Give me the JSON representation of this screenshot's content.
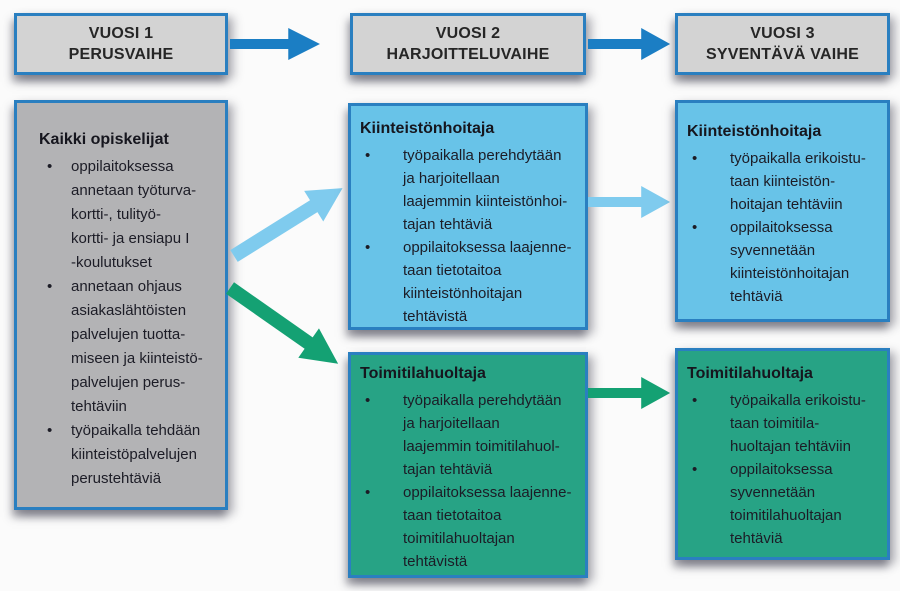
{
  "ui": {
    "bullet_char": "•"
  },
  "colors": {
    "border_blue": "#2a7fc0",
    "arrow_dark_blue": "#1b7ec4",
    "arrow_light_blue": "#7fcbee",
    "arrow_green": "#14a173",
    "box_light_blue": "#68c3e8",
    "box_green": "#27a385",
    "box_gray": "#b3b3b5",
    "header_gray": "#d3d3d3"
  },
  "headers": [
    {
      "line1": "VUOSI 1",
      "line2": "PERUSVAIHE"
    },
    {
      "line1": "VUOSI 2",
      "line2": "HARJOITTELUVAIHE"
    },
    {
      "line1": "VUOSI 3",
      "line2": "SYVENTÄVÄ VAIHE"
    }
  ],
  "boxes": {
    "all_students": {
      "title": "Kaikki opiskelijat",
      "bullets": [
        "oppilaitoksessa\nannetaan työturva-\nkortti-, tulityö-\nkortti- ja ensiapu I\n-koulutukset",
        "annetaan ohjaus\nasiakaslähtöisten\npalvelujen tuotta-\nmiseen ja kiinteistö-\npalvelujen perus-\ntehtäviin",
        "työpaikalla tehdään\nkiinteistöpalvelujen\nperustehtäviä"
      ]
    },
    "kiinteistonhoitaja_y2": {
      "title": "Kiinteistönhoitaja",
      "bullets": [
        "työpaikalla perehdytään\nja harjoitellaan\nlaajemmin kiinteistönhoi-\ntajan tehtäviä",
        "oppilaitoksessa laajenne-\ntaan tietotaitoa\nkiinteistönhoitajan\ntehtävistä"
      ]
    },
    "toimitilahuoltaja_y2": {
      "title": "Toimitilahuoltaja",
      "bullets": [
        "työpaikalla perehdytään\nja harjoitellaan\nlaajemmin toimitilahuol-\ntajan tehtäviä",
        "oppilaitoksessa laajenne-\ntaan tietotaitoa\ntoimitilahuoltajan\ntehtävistä"
      ]
    },
    "kiinteistonhoitaja_y3": {
      "title": "Kiinteistönhoitaja",
      "bullets": [
        "työpaikalla erikoistu-\ntaan kiinteistön-\nhoitajan tehtäviin",
        "oppilaitoksessa\nsyvennetään\nkiinteistönhoitajan\ntehtäviä"
      ]
    },
    "toimitilahuoltaja_y3": {
      "title": "Toimitilahuoltaja",
      "bullets": [
        "työpaikalla erikoistu-\ntaan toimitila-\nhuoltajan tehtäviin",
        "oppilaitoksessa\nsyvennetään\ntoimitilahuoltajan\ntehtäviä"
      ]
    }
  }
}
